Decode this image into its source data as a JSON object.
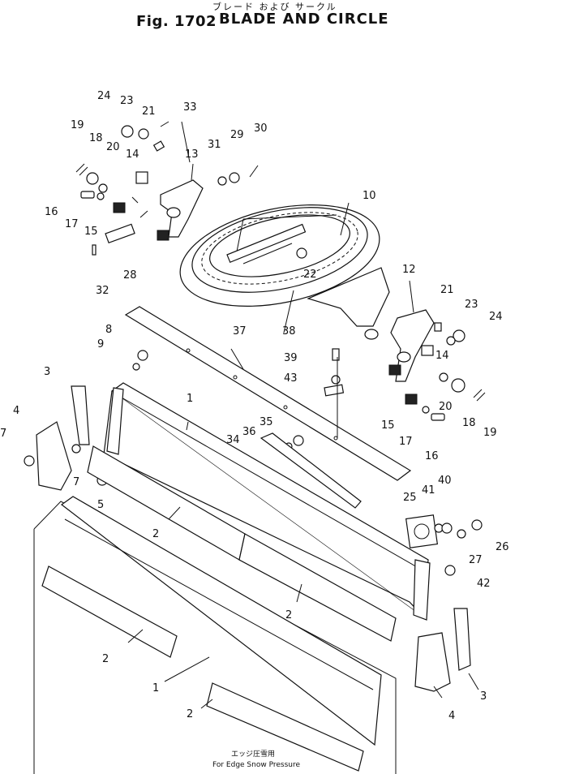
{
  "header": {
    "title_jp": "ブレード および サークル",
    "fig_label": "Fig. 1702",
    "title_en": "BLADE AND CIRCLE"
  },
  "note": {
    "jp": "エッジ圧雪用",
    "en": "For Edge Snow Pressure"
  },
  "callouts": {
    "c1a": "1",
    "c1b": "1",
    "c2a": "2",
    "c2b": "2",
    "c2c": "2",
    "c2d": "2",
    "c3a": "3",
    "c3b": "3",
    "c4a": "4",
    "c4b": "4",
    "c5": "5",
    "c7a": "7",
    "c7b": "7",
    "c8": "8",
    "c9": "9",
    "c10": "10",
    "c12": "12",
    "c13": "13",
    "c14a": "14",
    "c14b": "14",
    "c15a": "15",
    "c15b": "15",
    "c16a": "16",
    "c16b": "16",
    "c17a": "17",
    "c17b": "17",
    "c18a": "18",
    "c18b": "18",
    "c19a": "19",
    "c19b": "19",
    "c20a": "20",
    "c20b": "20",
    "c21a": "21",
    "c21b": "21",
    "c22": "22",
    "c23a": "23",
    "c23b": "23",
    "c24a": "24",
    "c24b": "24",
    "c25": "25",
    "c26": "26",
    "c27": "27",
    "c28": "28",
    "c29": "29",
    "c30": "30",
    "c31": "31",
    "c32": "32",
    "c33": "33",
    "c34": "34",
    "c35": "35",
    "c36": "36",
    "c37": "37",
    "c38": "38",
    "c39": "39",
    "c40": "40",
    "c41": "41",
    "c42": "42",
    "c43": "43"
  }
}
